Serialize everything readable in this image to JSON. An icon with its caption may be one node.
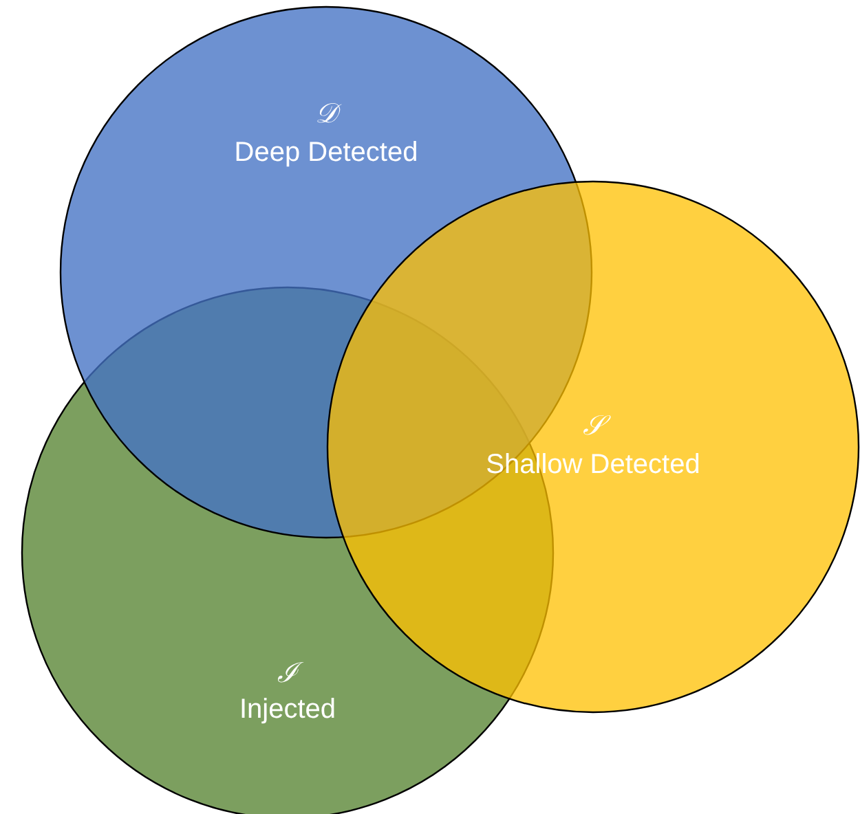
{
  "diagram": {
    "nodes": [
      {
        "text": [
          "𝒟",
          "Deep Detected"
        ]
      },
      {
        "text": [
          "𝒮",
          "Shallow Detected"
        ]
      },
      {
        "text": [
          "ℐ",
          "Injected"
        ]
      }
    ]
  }
}
